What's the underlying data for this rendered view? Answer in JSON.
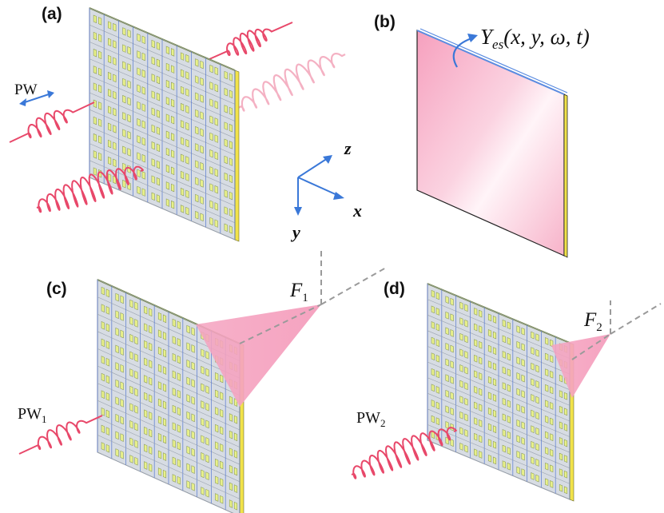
{
  "panels": {
    "a": {
      "label": "(a)",
      "pw_label": "PW"
    },
    "b": {
      "label": "(b)",
      "formula_symbol": "Y",
      "formula_subscript": "es",
      "formula_args": "(x, y, ω, t)"
    },
    "c": {
      "label": "(c)",
      "focus_symbol": "F",
      "focus_subscript": "1",
      "pw_symbol": "PW",
      "pw_subscript": "1"
    },
    "d": {
      "label": "(d)",
      "focus_symbol": "F",
      "focus_subscript": "2",
      "pw_symbol": "PW",
      "pw_subscript": "2"
    }
  },
  "axes": {
    "x": "x",
    "y": "y",
    "z": "z"
  },
  "colors": {
    "wave": "#e8486a",
    "wave_faded": "#f3a9bd",
    "beam": "#f4a6c0",
    "axis_arrow": "#3a78d8",
    "grid_line": "#4a6fd0",
    "cell_fill": "#d7dce3",
    "element": "#e8f08a",
    "edge_yellow": "#f2e34a",
    "dash": "#9a9a9a",
    "plate_pink": "#f7a8c4"
  }
}
